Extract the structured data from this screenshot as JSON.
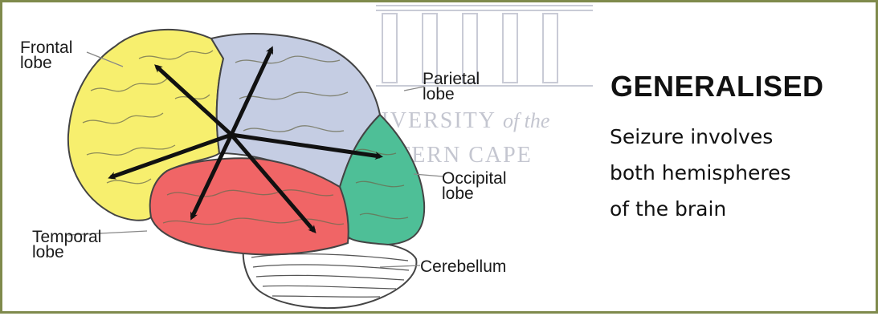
{
  "labels": {
    "frontal": "Frontal\nlobe",
    "parietal": "Parietal\nlobe",
    "occipital": "Occipital\nlobe",
    "temporal": "Temporal\nlobe",
    "cerebellum": "Cerebellum"
  },
  "watermark": {
    "line1": "UNIVERSITY",
    "line1_suffix": "of the",
    "line2": "WESTERN CAPE"
  },
  "headline": "GENERALISED",
  "description": {
    "line1": "Seizure involves",
    "line2": "both hemispheres",
    "line3": "of the brain"
  },
  "colors": {
    "frontal": "#f7ef6e",
    "parietal": "#c5cde3",
    "occipital": "#4ebf97",
    "temporal": "#f06566",
    "cerebellum": "#ffffff",
    "arrows": "#111111",
    "frame": "#7f8a4c"
  }
}
